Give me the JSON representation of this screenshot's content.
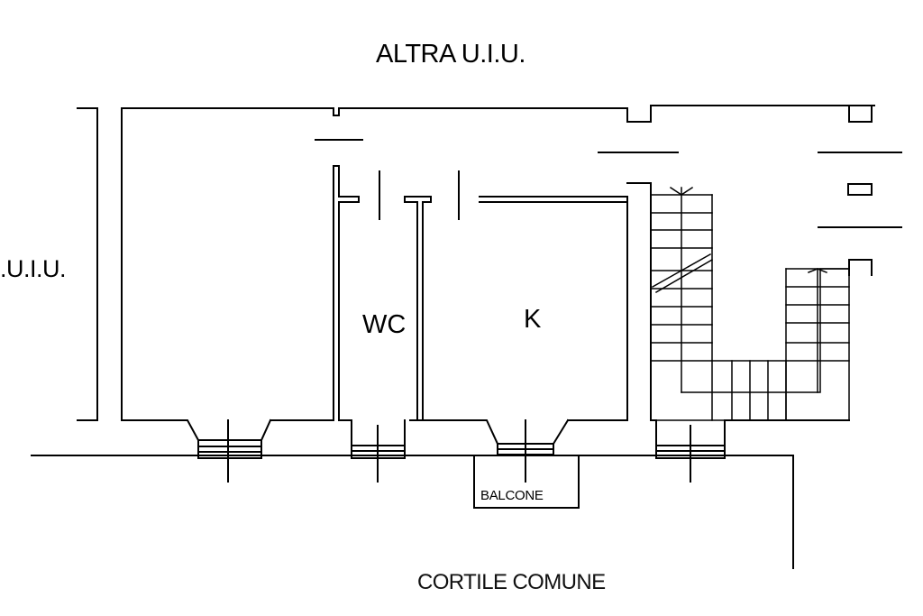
{
  "labels": {
    "adjacent_top": "ALTRA U.I.U.",
    "adjacent_left": ".U.I.U.",
    "room_wc": "WC",
    "room_k": "K",
    "balcony": "BALCONE",
    "courtyard": "CORTILE COMUNE"
  },
  "colors": {
    "line": "#000000",
    "background": "#ffffff"
  }
}
